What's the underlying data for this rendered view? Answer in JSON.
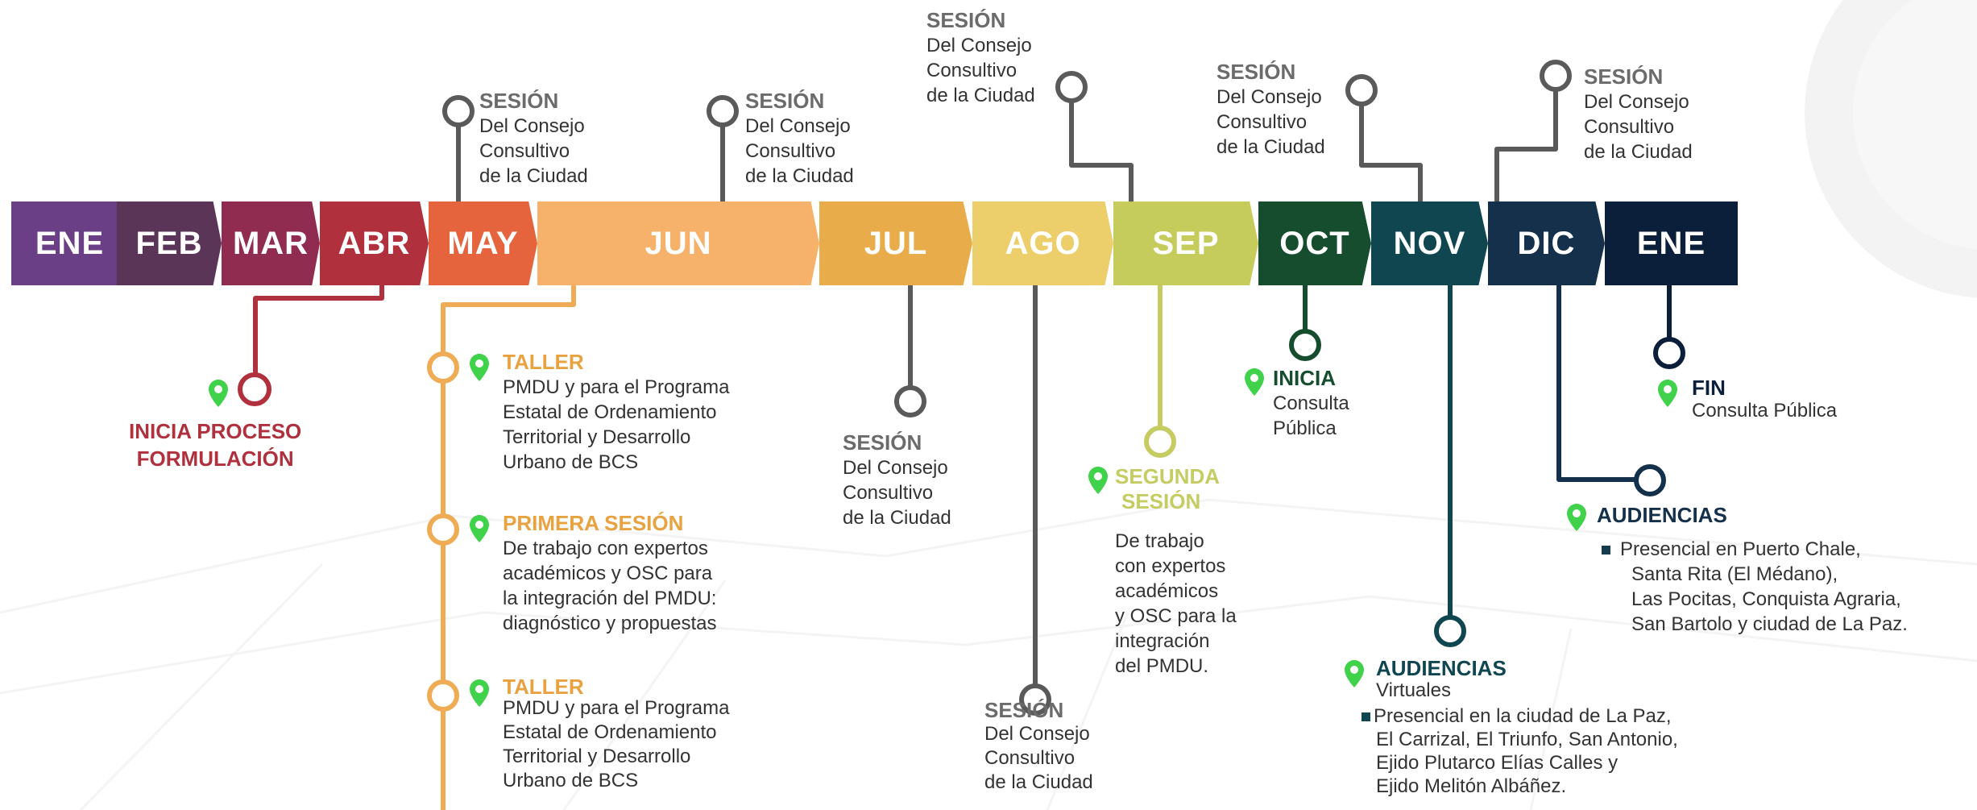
{
  "months": [
    "ENE",
    "FEB",
    "MAR",
    "ABR",
    "MAY",
    "JUN",
    "JUL",
    "AGO",
    "SEP",
    "OCT",
    "NOV",
    "DIC",
    "ENE"
  ],
  "colors": {
    "ene1": "#6a3f85",
    "feb": "#5b3558",
    "mar": "#8f2c4f",
    "abr": "#b0303e",
    "may": "#e5643e",
    "jun": "#f6b26b",
    "jul": "#e8ac4a",
    "ago": "#eccf6a",
    "sep": "#c6cc5c",
    "oct": "#154d2e",
    "nov": "#0f4650",
    "dic": "#15304a",
    "ene2": "#0b1f3a",
    "stem_gray": "#5a5a5a",
    "red": "#b0303e",
    "orange": "#efac55",
    "lime": "#c4cc62",
    "pin_green": "#3fd24a"
  },
  "sesion_head": "SESIÓN",
  "sesion_lines": [
    "Del Consejo",
    "Consultivo",
    "de la Ciudad"
  ],
  "sesion_lines_combined": [
    "Del Consejo",
    "Consultivo",
    "de la Ciudad"
  ],
  "sesion_jul_lines": [
    "Del Consejo",
    "Consultivo",
    "de la Ciudad"
  ],
  "inicia_proceso": [
    "INICIA PROCESO",
    "FORMULACIÓN"
  ],
  "taller1": {
    "head": "TALLER",
    "lines": [
      "PMDU y para el Programa",
      "Estatal de Ordenamiento",
      "Territorial y Desarrollo",
      "Urbano de BCS"
    ]
  },
  "primera": {
    "head": "PRIMERA SESIÓN",
    "lines": [
      "De trabajo con expertos",
      "académicos y OSC para",
      "la integración del PMDU:",
      "diagnóstico y propuestas"
    ]
  },
  "taller2": {
    "head": "TALLER",
    "lines": [
      "PMDU y para el Programa",
      "Estatal de Ordenamiento",
      "Territorial y Desarrollo",
      "Urbano de BCS"
    ]
  },
  "segunda": {
    "head1": "SEGUNDA",
    "head2": "SESIÓN",
    "lines": [
      "De trabajo",
      "con expertos",
      "académicos",
      "y OSC para la",
      "integración",
      "del PMDU."
    ]
  },
  "inicia_consulta": {
    "head": "INICIA",
    "lines": [
      "Consulta",
      "Pública"
    ]
  },
  "fin": {
    "head": "FIN",
    "line": "Consulta Pública"
  },
  "aud_pres": {
    "head": "AUDIENCIAS",
    "lines": [
      "Presencial en Puerto Chale,",
      "Santa Rita (El Médano),",
      "Las Pocitas, Conquista Agraria,",
      "San Bartolo y ciudad de La Paz."
    ]
  },
  "aud_virt": {
    "head": "AUDIENCIAS",
    "sub": "Virtuales",
    "lines": [
      "Presencial en la ciudad de La Paz,",
      "El Carrizal, El Triunfo, San Antonio,",
      "Ejido Plutarco Elías Calles y",
      "Ejido Melitón Albáñez."
    ]
  }
}
